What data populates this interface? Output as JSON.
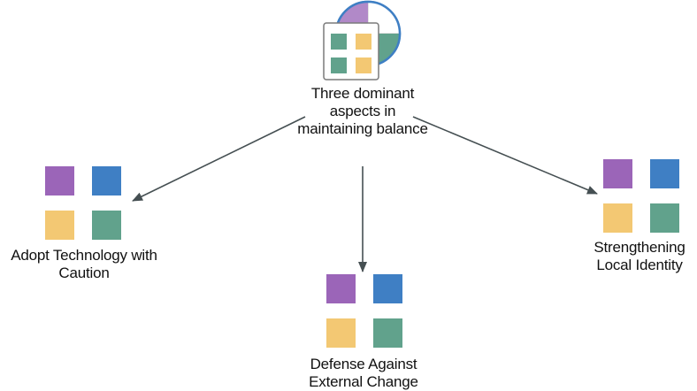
{
  "nodes": {
    "root": {
      "label": "Three dominant aspects in maintaining balance",
      "icon": "parent-node-icon"
    },
    "left": {
      "label": "Adopt Technology with Caution",
      "icon": "four-squares-icon"
    },
    "center": {
      "label": "Defense Against External Change",
      "icon": "four-squares-icon"
    },
    "right": {
      "label": "Strengthening Local Identity",
      "icon": "four-squares-icon"
    }
  },
  "edges": [
    {
      "from": "root",
      "to": "left"
    },
    {
      "from": "root",
      "to": "center"
    },
    {
      "from": "root",
      "to": "right"
    }
  ],
  "colors": {
    "purple": "#9b65b8",
    "blue": "#3f7fc4",
    "yellow": "#f3c873",
    "green": "#61a28c",
    "edge": "#454f52"
  }
}
